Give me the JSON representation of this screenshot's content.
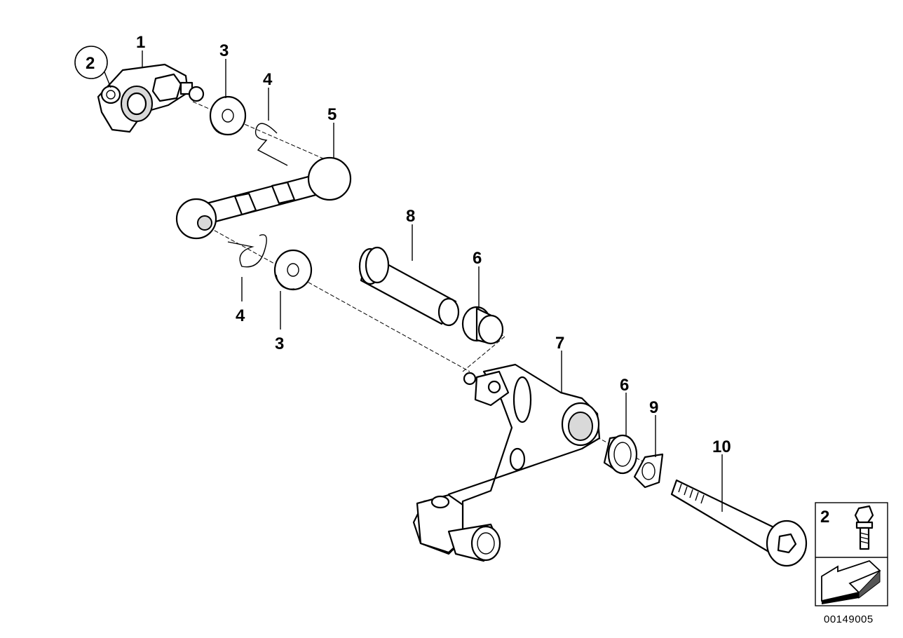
{
  "callouts": {
    "c1": "1",
    "c2": "2",
    "c3a": "3",
    "c3b": "3",
    "c4a": "4",
    "c4b": "4",
    "c5": "5",
    "c6a": "6",
    "c6b": "6",
    "c7": "7",
    "c8": "8",
    "c9": "9",
    "c10": "10"
  },
  "inset": {
    "label": "2"
  },
  "reference_number": "00149005"
}
